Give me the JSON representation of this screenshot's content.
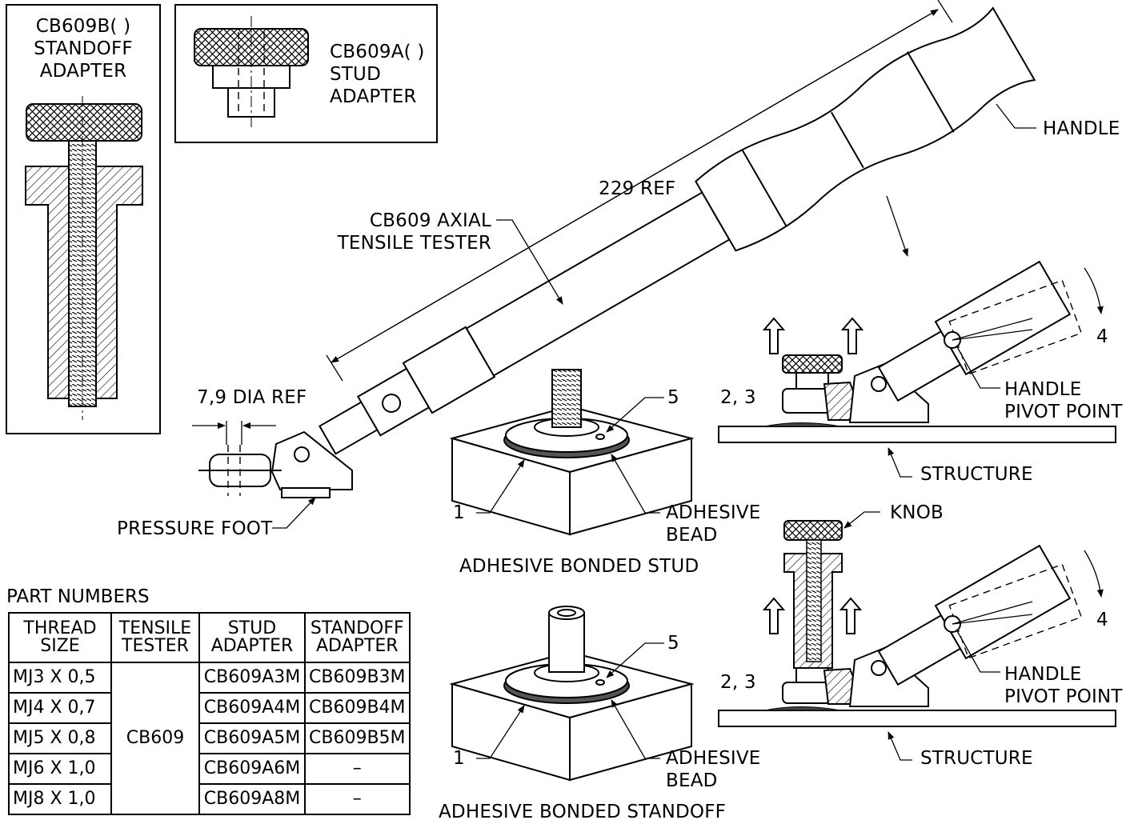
{
  "labels": {
    "standoff_adapter_part": "CB609B( )",
    "standoff_adapter_l1": "STANDOFF",
    "standoff_adapter_l2": "ADAPTER",
    "stud_adapter_part": "CB609A( )",
    "stud_adapter_l1": "STUD",
    "stud_adapter_l2": "ADAPTER",
    "handle": "HANDLE",
    "length_ref": "229 REF",
    "tester_l1": "CB609 AXIAL",
    "tester_l2": "TENSILE TESTER",
    "dia_ref": "7,9 DIA REF",
    "pressure_foot": "PRESSURE FOOT",
    "callout_5": "5",
    "callout_1": "1",
    "callout_23": "2, 3",
    "callout_4": "4",
    "adhesive_l1": "ADHESIVE",
    "adhesive_l2": "BEAD",
    "bonded_stud": "ADHESIVE BONDED STUD",
    "bonded_standoff": "ADHESIVE BONDED STANDOFF",
    "pivot_l1": "HANDLE",
    "pivot_l2": "PIVOT POINT",
    "structure": "STRUCTURE",
    "knob": "KNOB"
  },
  "table": {
    "title": "PART NUMBERS",
    "headers": [
      [
        "THREAD",
        "SIZE"
      ],
      [
        "TENSILE",
        "TESTER"
      ],
      [
        "STUD",
        "ADAPTER"
      ],
      [
        "STANDOFF",
        "ADAPTER"
      ]
    ],
    "tester": "CB609",
    "rows": [
      {
        "thread": "MJ3 X 0,5",
        "stud": "CB609A3M",
        "standoff": "CB609B3M"
      },
      {
        "thread": "MJ4 X 0,7",
        "stud": "CB609A4M",
        "standoff": "CB609B4M"
      },
      {
        "thread": "MJ5 X 0,8",
        "stud": "CB609A5M",
        "standoff": "CB609B5M"
      },
      {
        "thread": "MJ6 X 1,0",
        "stud": "CB609A6M",
        "standoff": "–"
      },
      {
        "thread": "MJ8 X 1,0",
        "stud": "CB609A8M",
        "standoff": "–"
      }
    ]
  }
}
